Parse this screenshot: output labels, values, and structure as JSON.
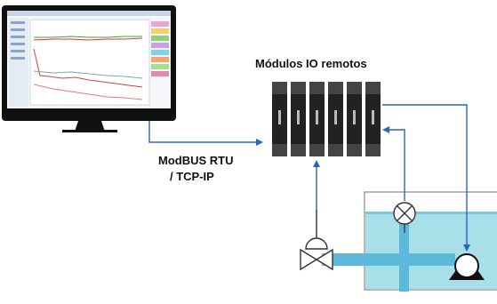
{
  "labels": {
    "modules": "Módulos IO remotos",
    "modbus_line1": "ModBUS RTU",
    "modbus_line2": "/ TCP-IP"
  },
  "colors": {
    "link_blue": "#2b63c0",
    "monitor_black": "#111111",
    "tank_fill": "#a9dfe9",
    "pipe_fill": "#5cb9d9",
    "module_body": "#222222"
  },
  "icons": [
    "monitor-icon",
    "io-module-icon",
    "valve-icon",
    "sensor-icon",
    "pump-icon",
    "tank-icon"
  ],
  "module_count": 6
}
